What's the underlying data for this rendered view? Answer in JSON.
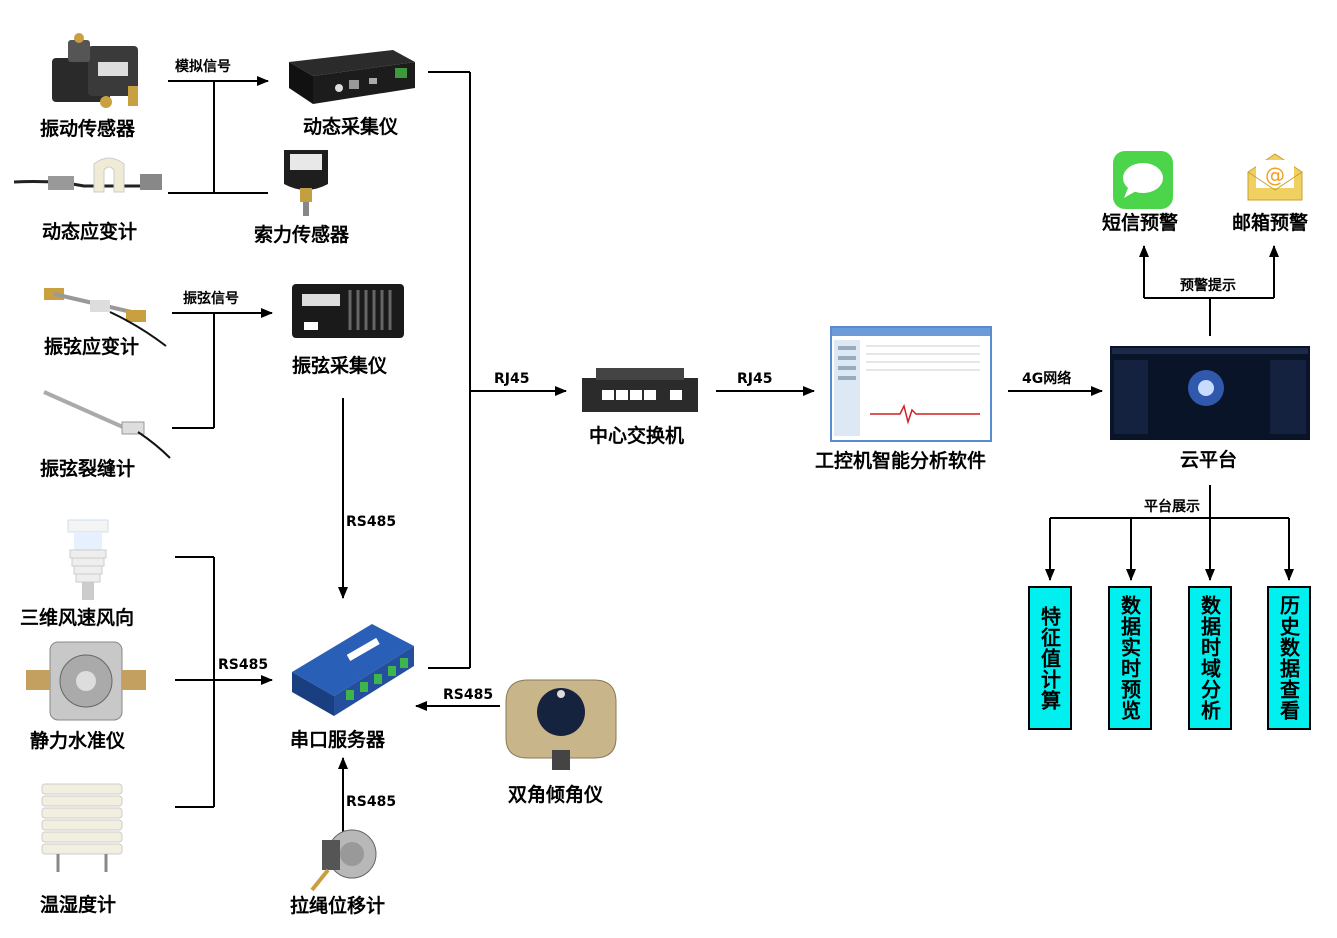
{
  "devices": {
    "vibration_sensor": "振动传感器",
    "dynamic_strain_gauge": "动态应变计",
    "dynamic_acquisition": "动态采集仪",
    "cable_force_sensor": "索力传感器",
    "vw_strain_gauge": "振弦应变计",
    "vw_crack_meter": "振弦裂缝计",
    "vw_acquisition": "振弦采集仪",
    "wind_sensor": "三维风速风向",
    "static_level": "静力水准仪",
    "temp_humidity": "温湿度计",
    "serial_server": "串口服务器",
    "draw_wire": "拉绳位移计",
    "dual_axis_inclinometer": "双角倾角仪",
    "central_switch": "中心交换机",
    "ipc_software": "工控机智能分析软件",
    "cloud_platform": "云平台",
    "sms_alert": "短信预警",
    "email_alert": "邮箱预警"
  },
  "edges": {
    "analog_signal": "模拟信号",
    "vw_signal": "振弦信号",
    "rs485_vw": "RS485",
    "rs485_left": "RS485",
    "rs485_inclinometer": "RS485",
    "rs485_drawwire": "RS485",
    "rj45_switch_in": "RJ45",
    "rj45_switch_out": "RJ45",
    "network_4g": "4G网络",
    "alert_hint": "预警提示",
    "platform_display": "平台展示"
  },
  "functions": [
    "特征值计算",
    "数据实时预览",
    "数据时域分析",
    "历史数据查看"
  ],
  "icons": {
    "vibration_sensor": "vibration-sensor-icon",
    "strain_gauge": "strain-gauge-icon",
    "acquisition_box": "acquisition-box-icon",
    "cable_sensor": "cable-force-sensor-icon",
    "crack_meter": "crack-meter-icon",
    "wind": "wind-sensor-icon",
    "level": "static-level-icon",
    "thermometer": "temp-humidity-shield-icon",
    "serial_server": "serial-server-icon",
    "draw_wire": "draw-wire-icon",
    "inclinometer": "inclinometer-icon",
    "switch": "network-switch-icon",
    "software": "software-screen-icon",
    "cloud": "cloud-platform-screen-icon",
    "sms": "sms-icon",
    "email": "email-icon"
  },
  "colors": {
    "function_box": "#00f0f0",
    "line": "#000000",
    "sms_green": "#4cd44a"
  }
}
